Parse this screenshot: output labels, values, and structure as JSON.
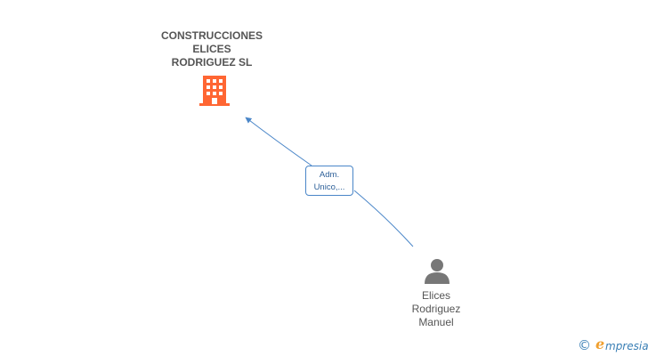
{
  "company": {
    "name_lines": [
      "CONSTRUCCIONES",
      "ELICES",
      "RODRIGUEZ SL"
    ],
    "icon": "building-icon",
    "color": "#ff6633"
  },
  "relation": {
    "role_lines": [
      "Adm.",
      "Unico,..."
    ],
    "line_color": "#4a86c8"
  },
  "person": {
    "name_lines": [
      "Elices",
      "Rodriguez",
      "Manuel"
    ],
    "icon": "person-icon",
    "color": "#777777"
  },
  "brand": {
    "copyright": "©",
    "initial": "e",
    "rest": "mpresia"
  }
}
